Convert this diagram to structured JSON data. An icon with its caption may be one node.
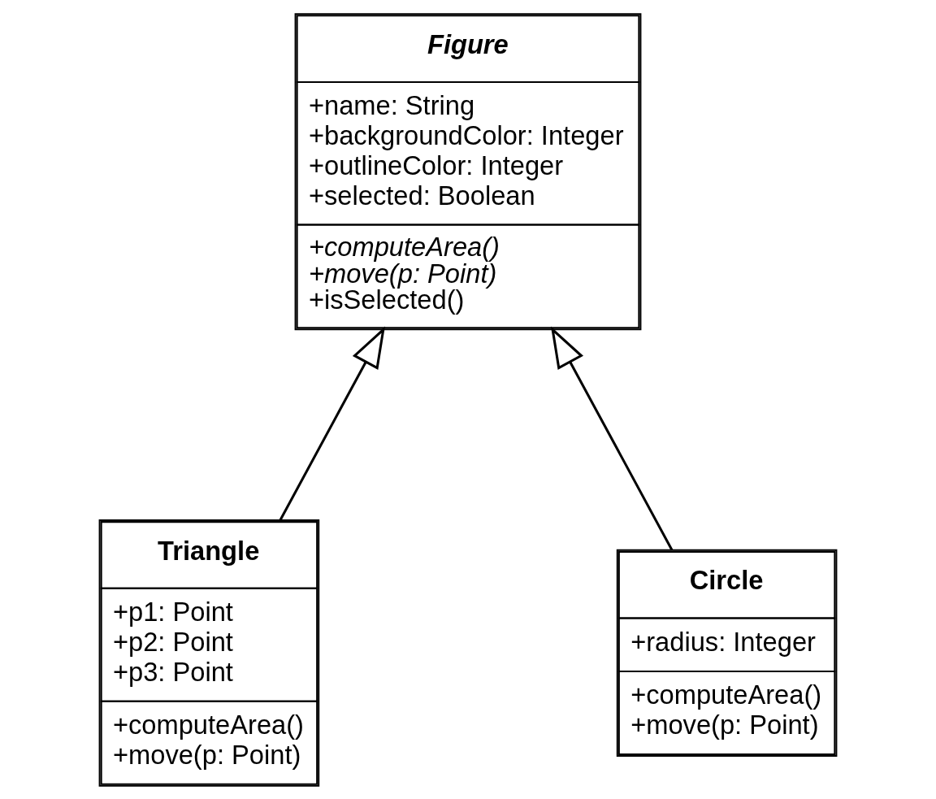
{
  "diagram": {
    "nodes": [
      {
        "text": [
          "Figure",
          "+name: String",
          "+backgroundColor: Integer",
          "+outlineColor: Integer",
          "+selected: Boolean",
          "+computeArea()",
          "+move(p: Point)",
          "+isSelected()"
        ]
      },
      {
        "text": [
          "Triangle",
          "+p1: Point",
          "+p2: Point",
          "+p3: Point",
          "+computeArea()",
          "+move(p: Point)"
        ]
      },
      {
        "text": [
          "Circle",
          "+radius: Integer",
          "+computeArea()",
          "+move(p: Point)"
        ]
      }
    ],
    "edges": [
      {
        "from": 1,
        "to": 0,
        "arrow": "to"
      },
      {
        "from": 2,
        "to": 0,
        "arrow": "to"
      }
    ]
  }
}
